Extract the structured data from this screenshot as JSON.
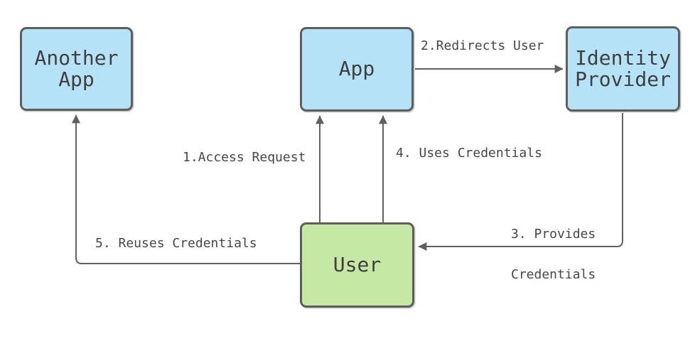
{
  "diagram": {
    "nodes": {
      "another_app": {
        "label": "Another App",
        "fill": "#b6e2f7"
      },
      "app": {
        "label": "App",
        "fill": "#b6e2f7"
      },
      "identity_provider": {
        "label": "Identity Provider",
        "fill": "#b6e2f7"
      },
      "user": {
        "label": "User",
        "fill": "#c5e8a4"
      }
    },
    "connectors": {
      "access_request": {
        "label": "1.Access Request",
        "from": "user",
        "to": "app"
      },
      "redirects_user": {
        "label": "2.Redirects User",
        "from": "app",
        "to": "identity_provider"
      },
      "provides_credentials": {
        "label": "3. Provides Credentials",
        "lines": [
          "3. Provides",
          "Credentials"
        ],
        "from": "identity_provider",
        "to": "user"
      },
      "uses_credentials": {
        "label": "4. Uses Credentials",
        "from": "user",
        "to": "app"
      },
      "reuses_credentials": {
        "label": "5. Reuses Credentials",
        "from": "user",
        "to": "another_app"
      }
    },
    "colors": {
      "node_fill_blue": "#b6e2f7",
      "node_fill_green": "#c5e8a4",
      "node_border": "#5e5e5e",
      "connector_stroke": "#606060",
      "text": "#3f3f3f",
      "label_text": "#474747",
      "background": "#ffffff"
    }
  }
}
